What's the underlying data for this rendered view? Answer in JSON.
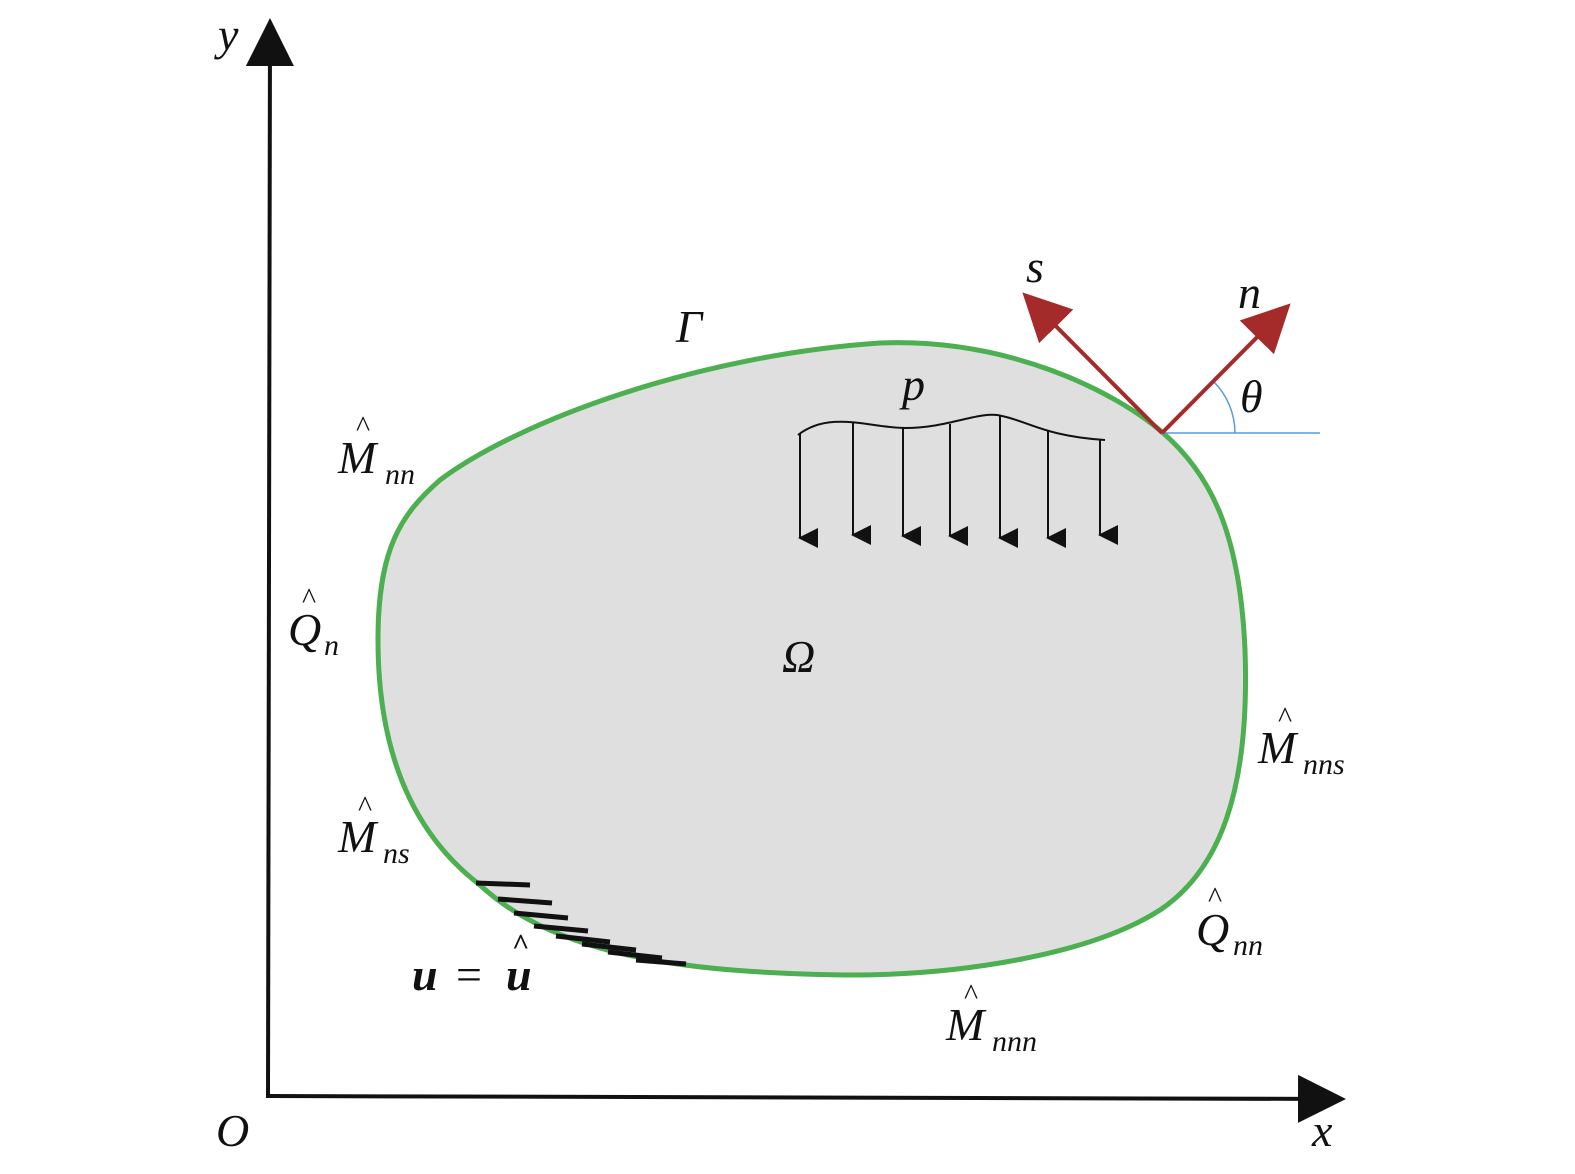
{
  "axes": {
    "x_label": "x",
    "y_label": "y",
    "origin_label": "O"
  },
  "domain": {
    "region_label": "Ω",
    "boundary_label": "Γ",
    "fill_color": "#e0dfe0",
    "boundary_color": "#4caf50"
  },
  "load": {
    "label": "p"
  },
  "local_frame": {
    "tangent_label": "s",
    "normal_label": "n",
    "angle_label": "θ",
    "arrow_color": "#a52a2a",
    "reference_line_color": "#5b9bd5"
  },
  "boundary_conditions": {
    "hat": "^",
    "M_nn": {
      "base": "M",
      "sub": "nn"
    },
    "Q_n": {
      "base": "Q",
      "sub": "n"
    },
    "M_ns": {
      "base": "M",
      "sub": "ns"
    },
    "M_nns": {
      "base": "M",
      "sub": "nns"
    },
    "Q_nn": {
      "base": "Q",
      "sub": "nn"
    },
    "M_nnn": {
      "base": "M",
      "sub": "nnn"
    },
    "displacement": {
      "lhs": "u",
      "eq": "=",
      "rhs": "u"
    }
  }
}
